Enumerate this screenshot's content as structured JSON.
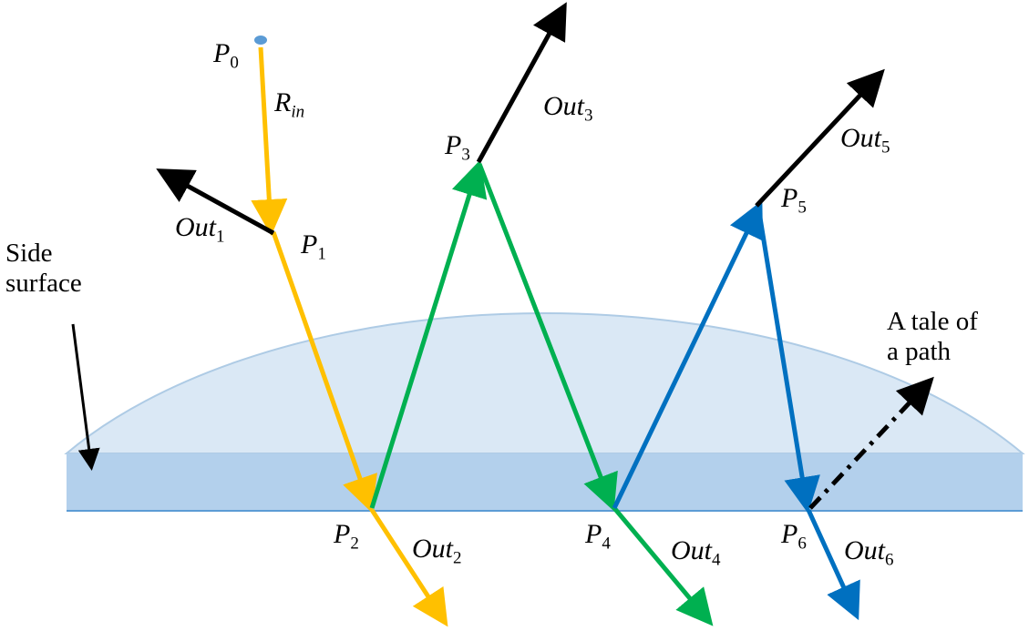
{
  "colors": {
    "dome_fill": "#dae8f5",
    "dome_stroke": "#aecbe5",
    "slab_fill": "#b3d0ec",
    "base_line": "#5b9bd5",
    "source_dot": "#5b9bd5",
    "ray_yellow": "#ffc000",
    "ray_green": "#00b050",
    "ray_blue": "#0070c0",
    "ray_black": "#000000"
  },
  "labels": {
    "p0": {
      "base": "P",
      "sub": "0"
    },
    "p1": {
      "base": "P",
      "sub": "1"
    },
    "p2": {
      "base": "P",
      "sub": "2"
    },
    "p3": {
      "base": "P",
      "sub": "3"
    },
    "p4": {
      "base": "P",
      "sub": "4"
    },
    "p5": {
      "base": "P",
      "sub": "5"
    },
    "p6": {
      "base": "P",
      "sub": "6"
    },
    "r_in": {
      "base": "R",
      "sub": "in"
    },
    "out1": {
      "base": "Out",
      "sub": "1"
    },
    "out2": {
      "base": "Out",
      "sub": "2"
    },
    "out3": {
      "base": "Out",
      "sub": "3"
    },
    "out4": {
      "base": "Out",
      "sub": "4"
    },
    "out5": {
      "base": "Out",
      "sub": "5"
    },
    "out6": {
      "base": "Out",
      "sub": "6"
    },
    "side_surface": {
      "line1": "Side",
      "line2": "surface"
    },
    "tail": {
      "line1": "A tale of",
      "line2": "a path"
    }
  }
}
